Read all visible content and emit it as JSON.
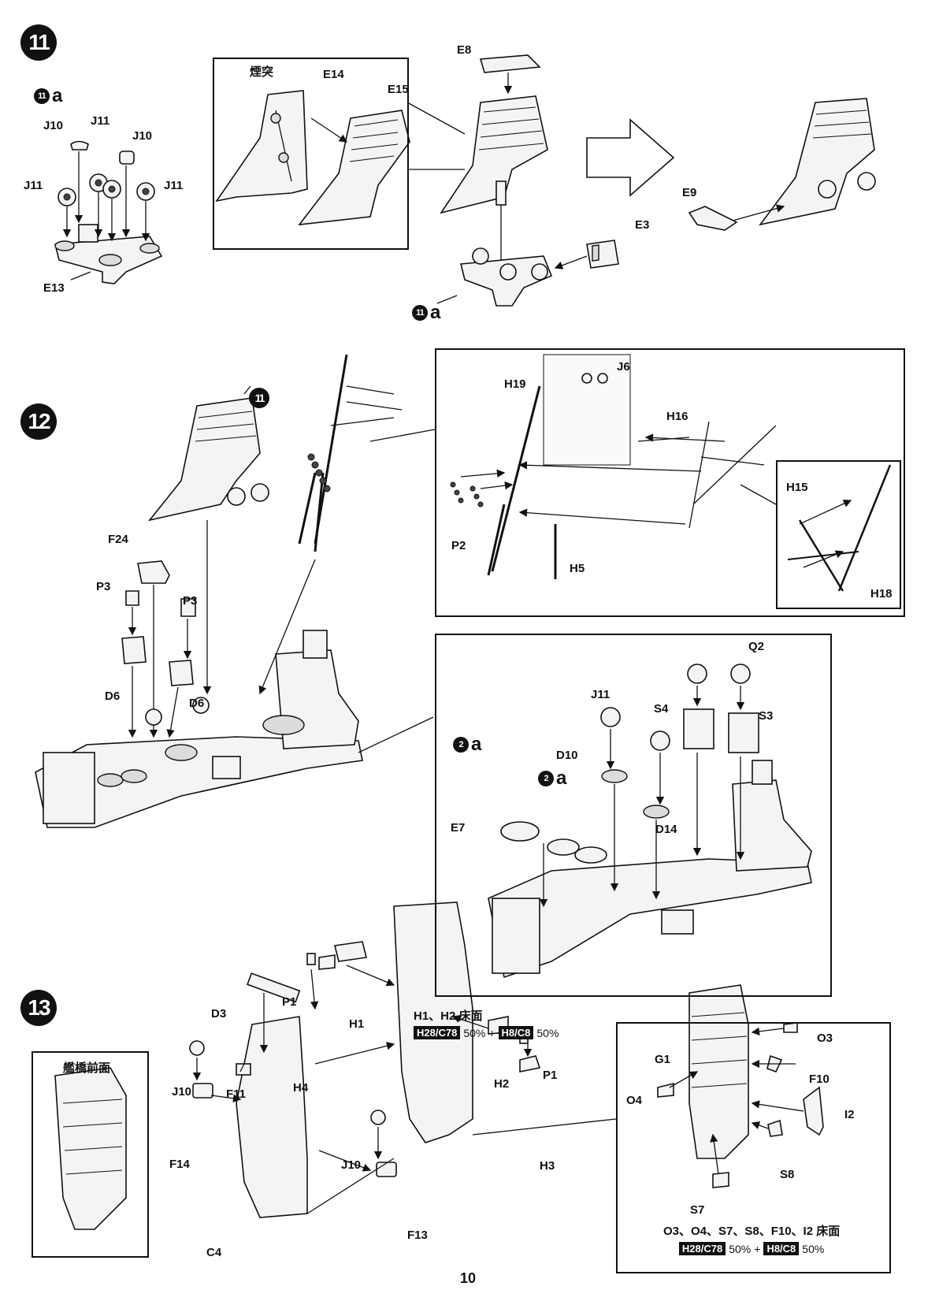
{
  "page_number": "10",
  "steps": {
    "s11": {
      "number": "11",
      "sub_label_num": "11",
      "sub_label_letter": "a",
      "box_title": "煙突",
      "labels": {
        "E14": "E14",
        "E15": "E15",
        "E8": "E8",
        "E3": "E3",
        "E9": "E9",
        "E13": "E13",
        "J10a": "J10",
        "J10b": "J10",
        "J11a": "J11",
        "J11b": "J11",
        "J11c": "J11"
      }
    },
    "s12": {
      "number": "12",
      "ref_step": "11",
      "sub_num": "2",
      "sub_letter": "a",
      "labels": {
        "F24": "F24",
        "P3a": "P3",
        "P3b": "P3",
        "D6a": "D6",
        "D6b": "D6",
        "H19": "H19",
        "J6": "J6",
        "H16": "H16",
        "P2": "P2",
        "H5": "H5",
        "H15": "H15",
        "H18": "H18",
        "Q2": "Q2",
        "J11": "J11",
        "S4": "S4",
        "S3": "S3",
        "D10": "D10",
        "D14": "D14",
        "E7": "E7"
      }
    },
    "s13": {
      "number": "13",
      "inset_title": "艦橋前面",
      "labels": {
        "D3": "D3",
        "P1a": "P1",
        "P1b": "P1",
        "H1": "H1",
        "H2": "H2",
        "H3": "H3",
        "H4": "H4",
        "J10a": "J10",
        "J10b": "J10",
        "F11": "F11",
        "F14": "F14",
        "F13": "F13",
        "C4": "C4",
        "O3": "O3",
        "G1": "G1",
        "F10": "F10",
        "O4": "O4",
        "I2": "I2",
        "S8": "S8",
        "S7": "S7"
      },
      "paint_1": {
        "parts": "H1、H2 床面",
        "color_a": "H28/C78",
        "pct_a": "50%",
        "plus": "+",
        "color_b": "H8/C8",
        "pct_b": "50%"
      },
      "paint_2": {
        "parts": "O3、O4、S7、S8、F10、I2 床面",
        "color_a": "H28/C78",
        "pct_a": "50%",
        "plus": "+",
        "color_b": "H8/C8",
        "pct_b": "50%"
      }
    }
  }
}
